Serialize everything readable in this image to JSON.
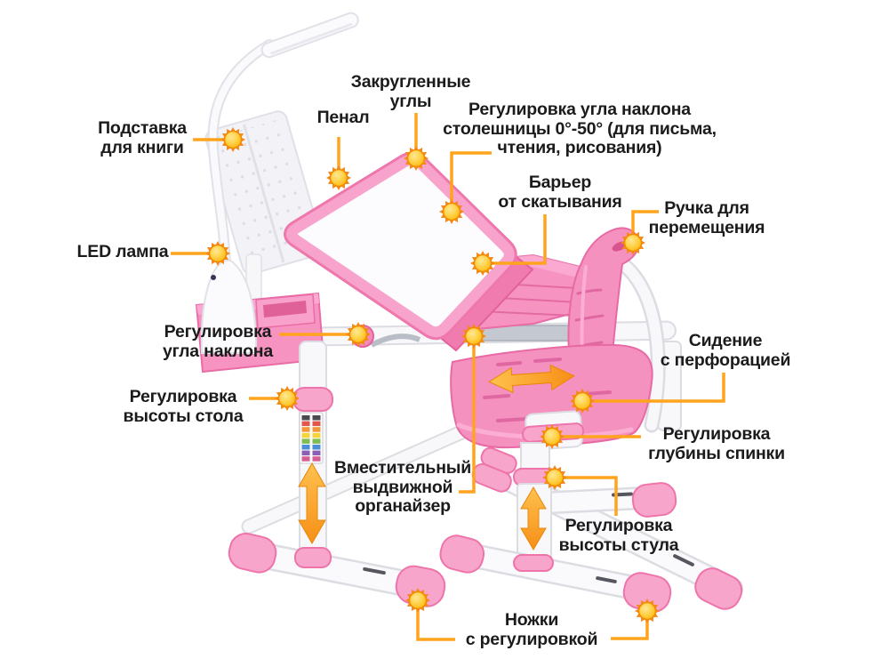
{
  "colors": {
    "background": "#FFFFFF",
    "label_text": "#1B1B1B",
    "connector_line": "#FFA41C",
    "sun_marker_spikes": "#F6881F",
    "sun_marker_fill": "#FFC93C",
    "pink_main": "#F591BF",
    "pink_dark": "#EE74AA",
    "pink_light": "#F8A5CC",
    "white_part": "#F8F8FB",
    "gray_edge": "#DCDCE3",
    "arrow_orange": "#F7A021"
  },
  "icons": {
    "sun_marker": "sun-burst-callout",
    "height_arrow": "vertical-double-arrow",
    "depth_arrow": "horizontal-double-arrow"
  },
  "labels": {
    "book_stand": "Подставка\nдля книги",
    "pencil_tray": "Пенал",
    "rounded_corners": "Закругленные\nуглы",
    "tabletop_tilt": "Регулировка угла наклона\nстолешницы 0°-50° (для письма,\nчтения, рисования)",
    "anti_roll_barrier": "Барьер\nот скатывания",
    "carry_handle": "Ручка для\nперемещения",
    "led_lamp": "LED лампа",
    "tilt_adjustment": "Регулировка\nугла наклона",
    "perforated_seat": "Сидение\nс перфорацией",
    "desk_height": "Регулировка\nвысоты стола",
    "backrest_depth": "Регулировка\nглубины спинки",
    "organizer": "Вместительный\nвыдвижной\nорганайзер",
    "chair_height": "Регулировка\nвысоты стула",
    "adjustable_feet": "Ножки\nс регулировкой"
  }
}
